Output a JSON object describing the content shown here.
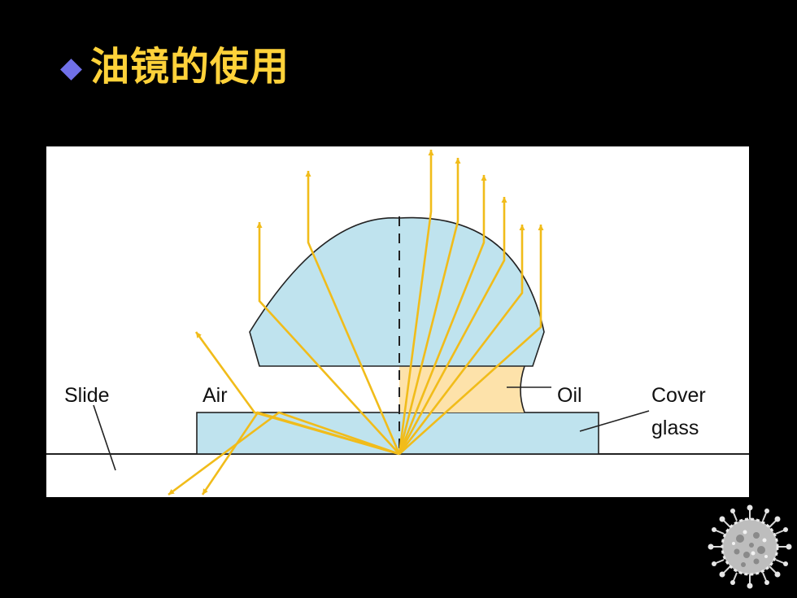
{
  "slide": {
    "title": "油镜的使用"
  },
  "diagram": {
    "labels": {
      "slide": "Slide",
      "air": "Air",
      "oil": "Oil",
      "cover_line1": "Cover",
      "cover_line2": "glass"
    },
    "colors": {
      "lens_fill": "#bfe3ee",
      "oil_fill": "#fde2aa",
      "ray": "#f1bc1a",
      "outline": "#222222",
      "title": "#ffd23a",
      "bullet": "#7070e8"
    }
  }
}
